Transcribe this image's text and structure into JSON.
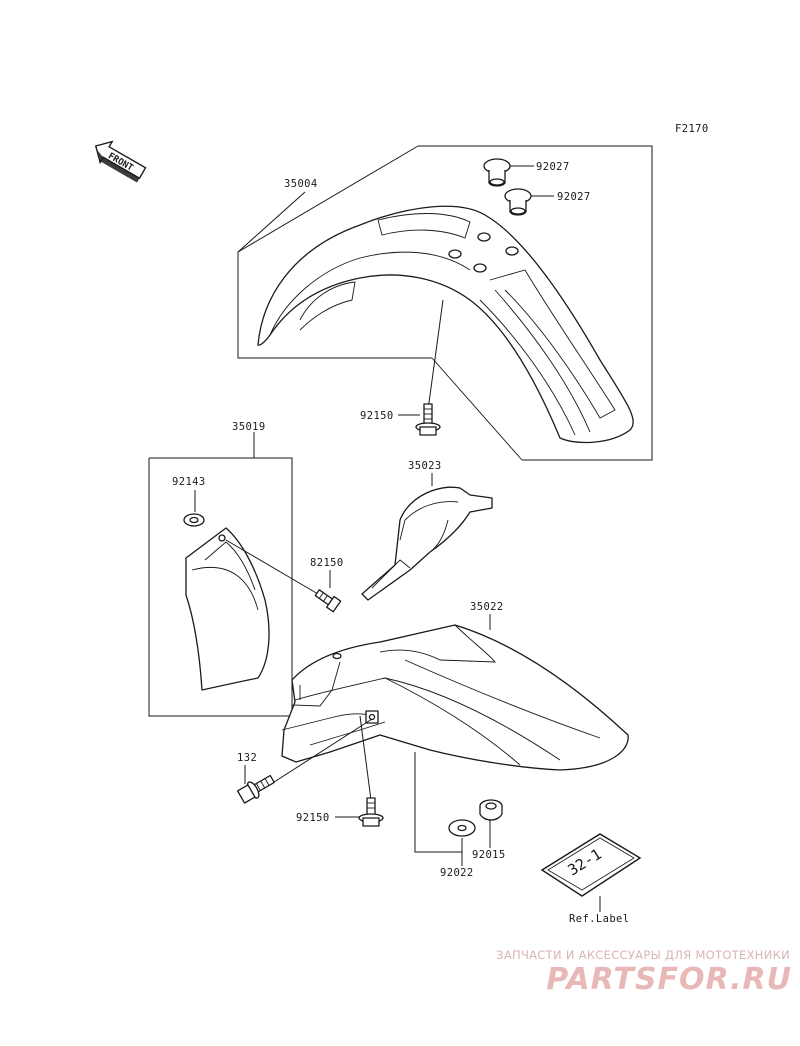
{
  "diagram_code": "F2170",
  "front_label": "FRONT",
  "parts": {
    "p35004": "35004",
    "p92027a": "92027",
    "p92027b": "92027",
    "p92150a": "92150",
    "p35019": "35019",
    "p92143": "92143",
    "p82150": "82150",
    "p35023": "35023",
    "p35022": "35022",
    "p132": "132",
    "p92150b": "92150",
    "p92022": "92022",
    "p92015": "92015"
  },
  "ref_label": {
    "code": "32-1",
    "caption": "Ref.Label"
  },
  "watermark": {
    "subtitle": "ЗАПЧАСТИ И АКСЕССУАРЫ ДЛЯ МОТОТЕХНИКИ",
    "brand": "PARTSFOR.RU"
  }
}
